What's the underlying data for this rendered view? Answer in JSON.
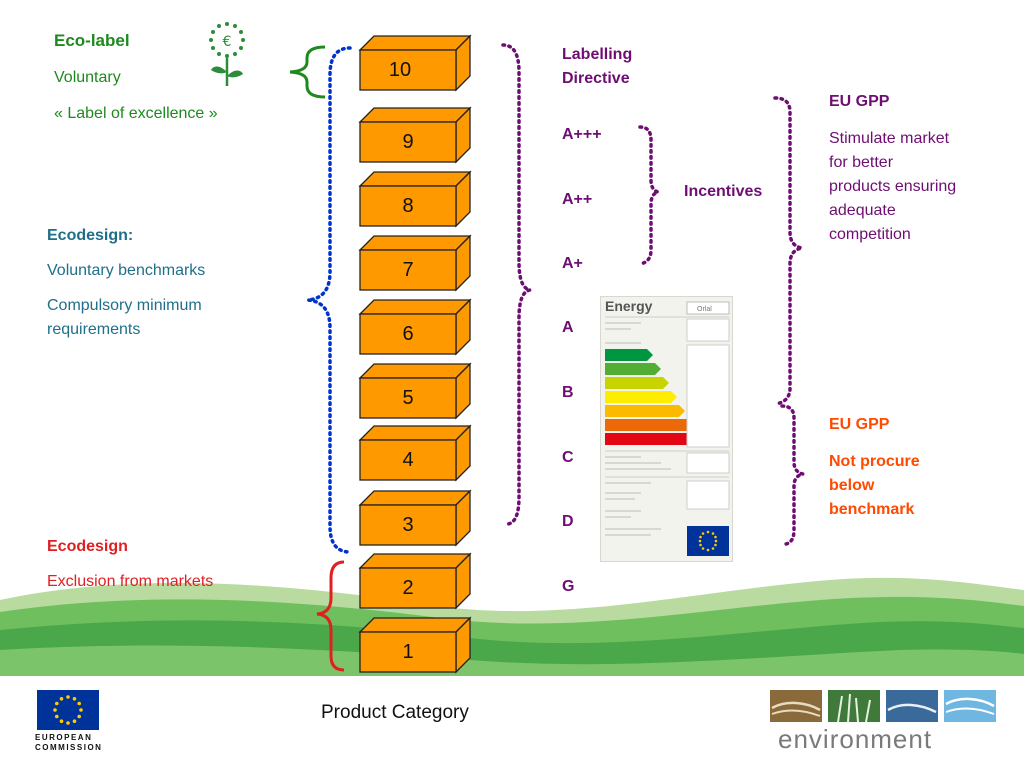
{
  "left": {
    "ecolabel": {
      "title": "Eco-label",
      "line1": "Voluntary",
      "line2": "« Label of excellence »"
    },
    "ecodesign_bench": {
      "title": "Ecodesign:",
      "line1": "Voluntary benchmarks",
      "line2a": "Compulsory minimum",
      "line2b": "requirements"
    },
    "ecodesign_excl": {
      "title": "Ecodesign",
      "line1": "Exclusion from markets"
    }
  },
  "blocks": [
    "10",
    "9",
    "8",
    "7",
    "6",
    "5",
    "4",
    "3",
    "2",
    "1"
  ],
  "footer_label": "Product Category",
  "labelling": {
    "title_a": "Labelling",
    "title_b": "Directive",
    "classes": [
      "A+++",
      "A++",
      "A+",
      "A",
      "B",
      "C",
      "D",
      "G"
    ]
  },
  "incentives": "Incentives",
  "gpp_top": {
    "title": "EU GPP",
    "l1": "Stimulate market",
    "l2": "for better",
    "l3": "products ensuring",
    "l4": "adequate",
    "l5": "competition"
  },
  "gpp_bottom": {
    "title": "EU GPP",
    "l1": "Not procure",
    "l2": "below",
    "l3": "benchmark"
  },
  "energy_label": {
    "title": "Energy",
    "tag": "Orlal"
  },
  "commission": {
    "line1": "EUROPEAN",
    "line2": "COMMISSION"
  },
  "environment": "environment",
  "colors": {
    "block": "#ff9900",
    "ecolabel_green": "#1e8a1e",
    "ecodesign_blue": "#1f6f8b",
    "exclusion_red": "#e02020",
    "labelling_purple": "#6e0e72",
    "gpp_orange": "#ff4a00",
    "brace_blue": "#0033cc",
    "eu_blue": "#003399",
    "eu_gold": "#ffcc00"
  }
}
